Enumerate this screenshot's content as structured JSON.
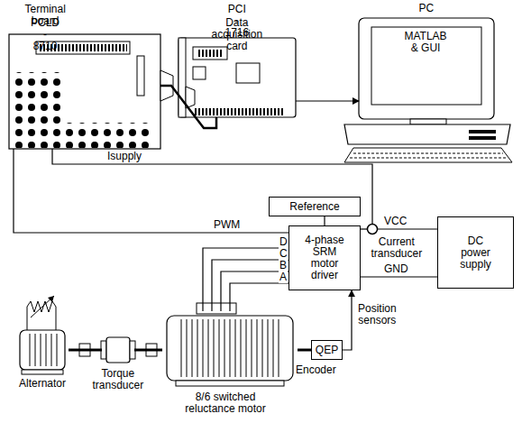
{
  "diagram": {
    "nodes": [
      {
        "text": [
          "Terminal board",
          "PCLD - 8710"
        ]
      },
      {
        "text": [
          "PCI - 1716",
          "Data acquisition card"
        ]
      },
      {
        "text": [
          "PC",
          "MATLAB & GUI"
        ]
      },
      {
        "text": [
          "Reference"
        ]
      },
      {
        "text": [
          "4-phase SRM motor driver"
        ]
      },
      {
        "text": [
          "Current transducer"
        ]
      },
      {
        "text": [
          "DC power supply"
        ]
      },
      {
        "text": [
          "Alternator"
        ]
      },
      {
        "text": [
          "Torque transducer"
        ]
      },
      {
        "text": [
          "8/6 switched reluctance motor"
        ]
      },
      {
        "text": [
          "QEP"
        ]
      }
    ],
    "edges": [
      {
        "from": 0,
        "to": 1,
        "arrow": "none"
      },
      {
        "from": 1,
        "to": 2,
        "arrow": "to"
      },
      {
        "from": 0,
        "to": 4,
        "label": "PWM",
        "arrow": "none"
      },
      {
        "from": 5,
        "to": 0,
        "label": "Isupply",
        "arrow": "none"
      },
      {
        "from": 3,
        "to": 4,
        "arrow": "none"
      },
      {
        "from": 4,
        "to": 5,
        "arrow": "none"
      },
      {
        "from": 5,
        "to": 6,
        "label": "VCC",
        "arrow": "none"
      },
      {
        "from": 4,
        "to": 6,
        "label": "GND",
        "arrow": "none"
      },
      {
        "from": 4,
        "to": 9,
        "arrow": "none"
      },
      {
        "from": 10,
        "to": 4,
        "label": "Position sensors",
        "arrow": "to"
      },
      {
        "from": 7,
        "to": 8,
        "arrow": "none"
      },
      {
        "from": 8,
        "to": 9,
        "arrow": "none"
      },
      {
        "from": 9,
        "to": 10,
        "arrow": "none"
      }
    ],
    "labels": [
      "D",
      "C",
      "B",
      "A",
      "Encoder"
    ]
  }
}
